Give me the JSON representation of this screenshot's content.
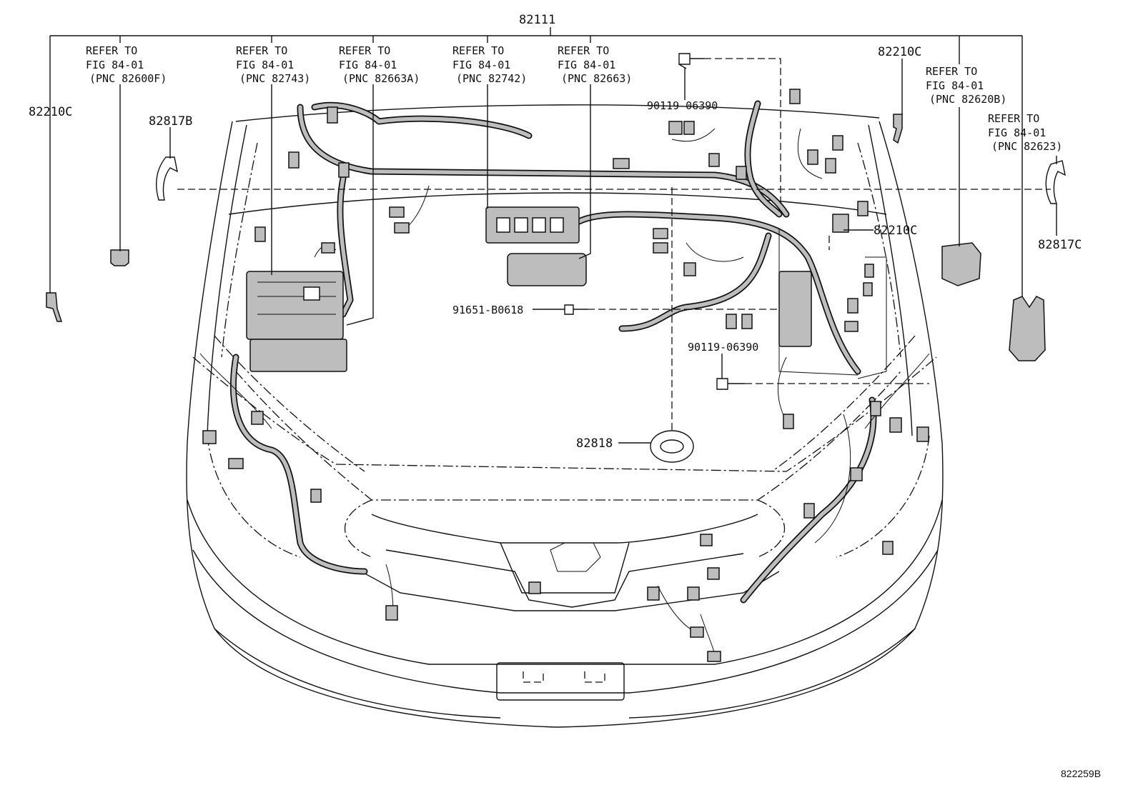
{
  "diagram": {
    "top_part": "82111",
    "references": [
      {
        "line1": "REFER TO",
        "line2": "FIG 84-01",
        "line3": "(PNC 82600F)"
      },
      {
        "line1": "REFER TO",
        "line2": "FIG 84-01",
        "line3": "(PNC 82743)"
      },
      {
        "line1": "REFER TO",
        "line2": "FIG 84-01",
        "line3": "(PNC 82663A)"
      },
      {
        "line1": "REFER TO",
        "line2": "FIG 84-01",
        "line3": "(PNC 82742)"
      },
      {
        "line1": "REFER TO",
        "line2": "FIG 84-01",
        "line3": "(PNC 82663)"
      },
      {
        "line1": "REFER TO",
        "line2": "FIG 84-01",
        "line3": "(PNC 82620B)"
      },
      {
        "line1": "REFER TO",
        "line2": "FIG 84-01",
        "line3": "(PNC 82623)"
      }
    ],
    "parts": {
      "clip_left": "82210C",
      "clip_right_top": "82210C",
      "clip_right_mid": "82210C",
      "clamp_left": "82817B",
      "clamp_right": "82817C",
      "bolt_top": "90119-06390",
      "bolt_mid": "90119-06390",
      "bolt_small": "91651-B0618",
      "grommet": "82818"
    },
    "figure_code": "822259B"
  }
}
